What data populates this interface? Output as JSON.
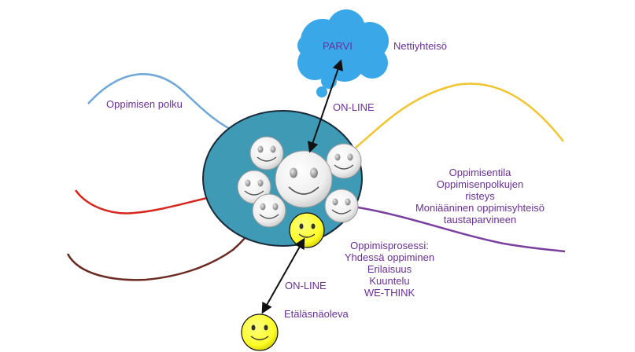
{
  "labels": {
    "cloud_inner": "PARVI",
    "cloud_side": "Nettiyhteisö",
    "path": "Oppimisen polku",
    "online_top": "ON-LINE",
    "online_bottom": "ON-LINE",
    "remote": "Etäläsnäoleva"
  },
  "space_lines": [
    "Oppimisentila",
    "Oppimisenpolkujen",
    "risteys",
    "Moniääninen oppimisyhteisö",
    "taustaparvineen"
  ],
  "process_lines": [
    "Oppimisprosessi:",
    "Yhdessä oppiminen",
    "Erilaisuus",
    "Kuuntelu",
    "WE-THINK"
  ],
  "colors": {
    "text": "#6a2f9a",
    "cloud": "#3aa8e8",
    "circle_fill": "#3e9ab5",
    "circle_stroke": "#1a2a3a",
    "face_white": "#f2f2f2",
    "face_yellow": "#ffff33",
    "path_blue": "#6fa8d8",
    "path_yellow": "#f2c530",
    "path_red": "#d8261c",
    "path_brown": "#6b2a22",
    "path_purple": "#7a3fa0"
  }
}
